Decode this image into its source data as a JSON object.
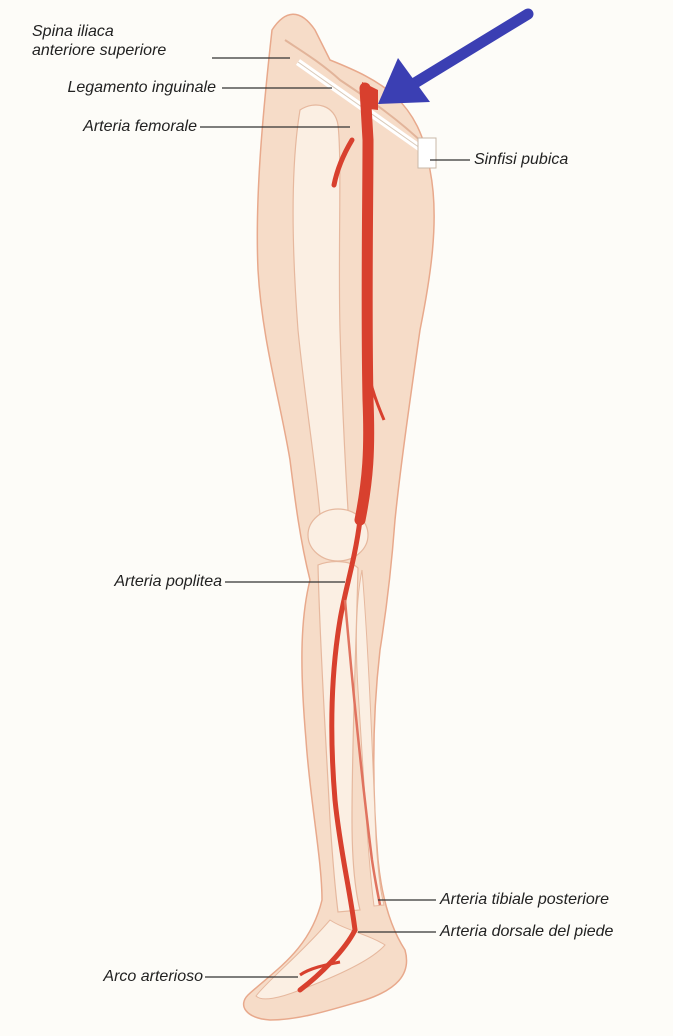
{
  "labels": {
    "spina_line1": "Spina iliaca",
    "spina_line2": "anteriore superiore",
    "legamento": "Legamento inguinale",
    "femorale": "Arteria femorale",
    "sinfisi": "Sinfisi pubica",
    "poplitea": "Arteria poplitea",
    "tibiale": "Arteria tibiale posteriore",
    "dorsale": "Arteria dorsale del piede",
    "arco": "Arco arterioso"
  },
  "colors": {
    "artery": "#d8402e",
    "skin": "#f6dcc8",
    "bone": "#fbefe3",
    "pointer_arrow": "#3b3fb3",
    "leader_line": "#333333"
  }
}
